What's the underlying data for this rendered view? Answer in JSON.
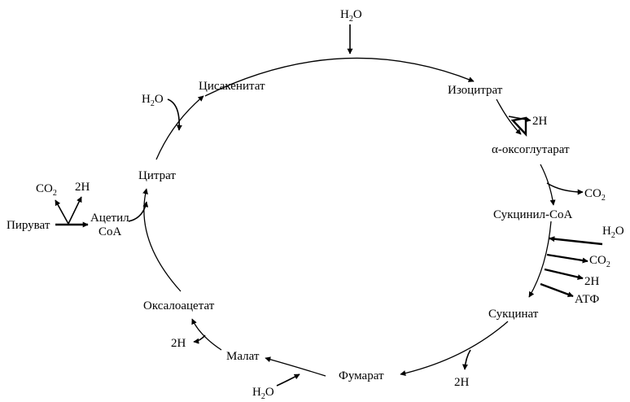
{
  "metabolites": {
    "isocitrate": "Изоцитрат",
    "oxoglutarate": "α-оксоглутарат",
    "succinyl_coa": "Сукцинил-СоА",
    "succinate": "Сукцинат",
    "fumarate": "Фумарат",
    "malate": "Малат",
    "oxaloacetate": "Оксалоацетат",
    "citrate": "Цитрат",
    "cis_aconitate": "Цисакенитат",
    "pyruvate": "Пируват",
    "acetyl_line1": "Ацетил",
    "acetyl_line2": "СоА"
  },
  "cofactors": {
    "h2o_base": "H",
    "h2o_sub": "2",
    "h2o_tail": "O",
    "co2_base": "CO",
    "co2_sub": "2",
    "two_h": "2H",
    "atp": "АТФ"
  }
}
